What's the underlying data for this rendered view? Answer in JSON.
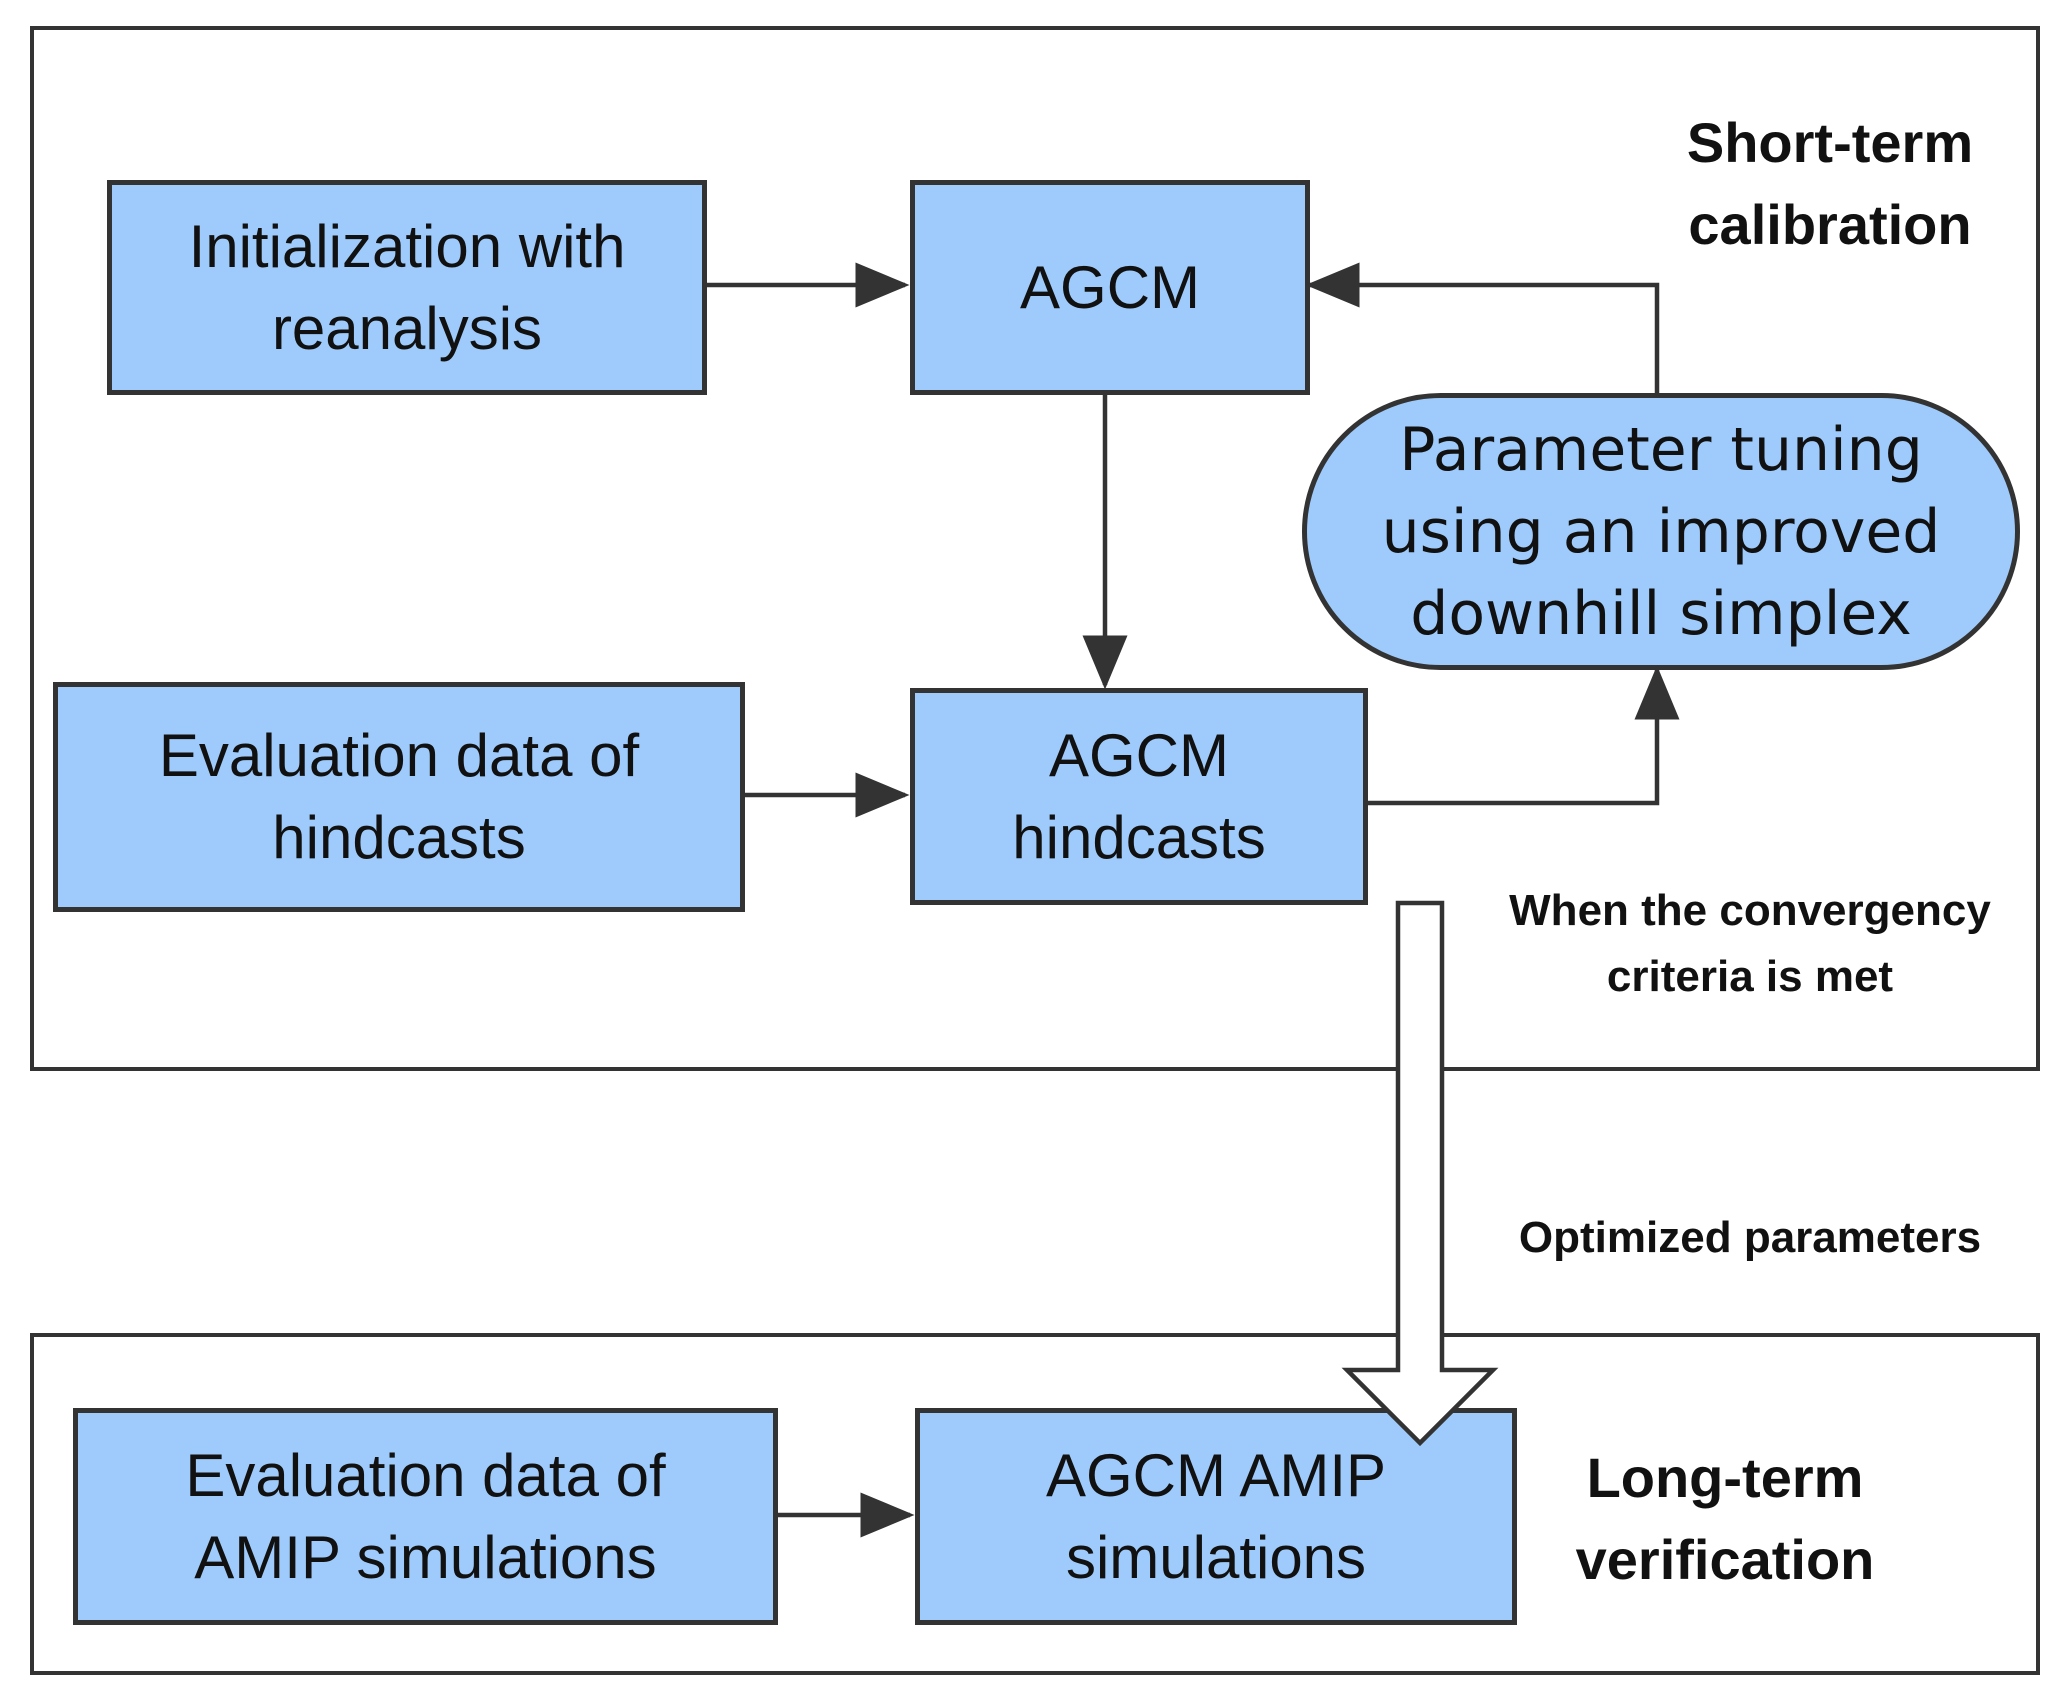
{
  "sections": {
    "short_term": {
      "line1": "Short-term",
      "line2": "calibration"
    },
    "long_term": {
      "line1": "Long-term",
      "line2": "verification"
    }
  },
  "nodes": {
    "init": {
      "line1": "Initialization with",
      "line2": "reanalysis"
    },
    "agcm": {
      "line1": "AGCM"
    },
    "tuning": {
      "line1": "Parameter tuning",
      "line2": "using an improved",
      "line3": "downhill simplex"
    },
    "eval_hindcasts": {
      "line1": "Evaluation data of",
      "line2": "hindcasts"
    },
    "agcm_hindcasts": {
      "line1": "AGCM",
      "line2": "hindcasts"
    },
    "eval_amip": {
      "line1": "Evaluation data of",
      "line2": "AMIP simulations"
    },
    "agcm_amip": {
      "line1": "AGCM AMIP",
      "line2": "simulations"
    }
  },
  "annotations": {
    "convergence": {
      "line1": "When the convergency",
      "line2": "criteria is met"
    },
    "optimized": "Optimized parameters"
  },
  "colors": {
    "node_fill": "#9ecbfb",
    "stroke": "#333333",
    "text": "#111111"
  }
}
